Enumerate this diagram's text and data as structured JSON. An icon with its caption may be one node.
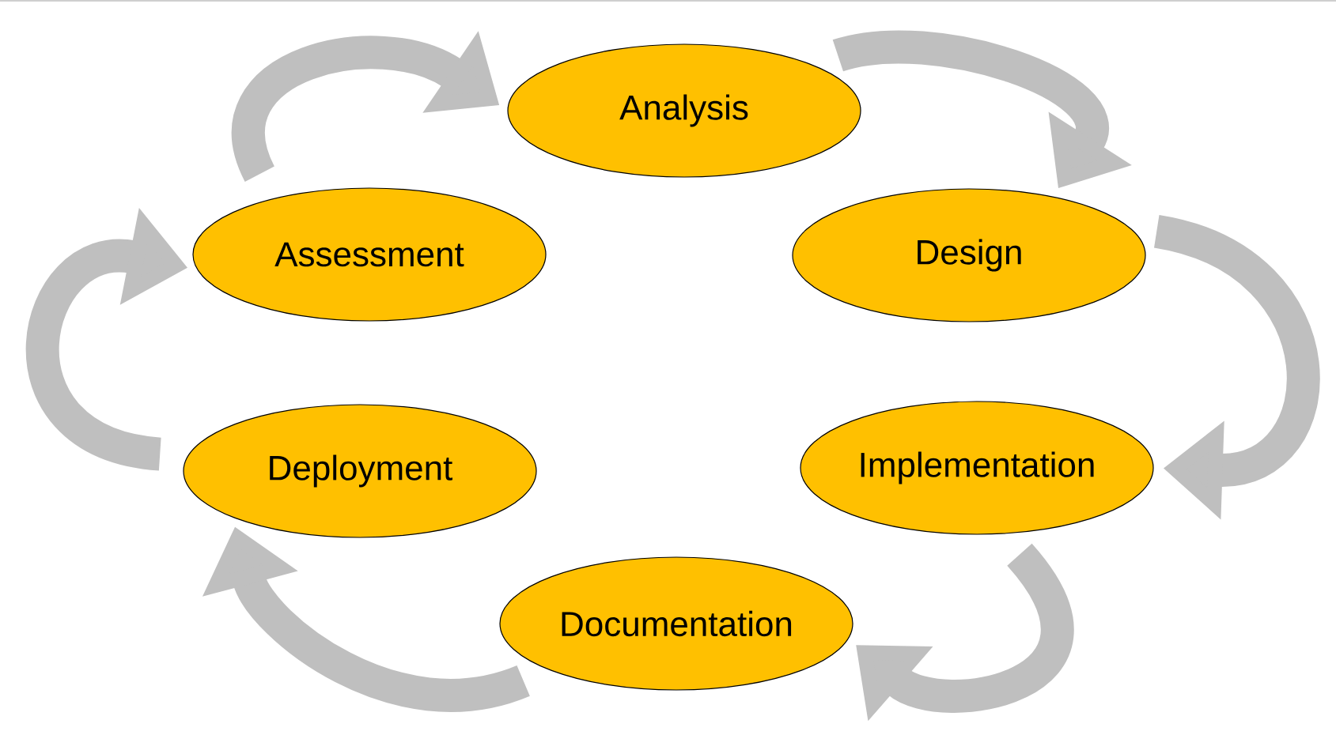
{
  "diagram": {
    "nodes": [
      {
        "text": [
          "Analysis"
        ]
      },
      {
        "text": [
          "Design"
        ]
      },
      {
        "text": [
          "Implementation"
        ]
      },
      {
        "text": [
          "Documentation"
        ]
      },
      {
        "text": [
          "Deployment"
        ]
      },
      {
        "text": [
          "Assessment"
        ]
      }
    ],
    "edges": [
      {
        "from": 5,
        "to": 0,
        "arrow": "to"
      },
      {
        "from": 0,
        "to": 1,
        "arrow": "to"
      },
      {
        "from": 1,
        "to": 2,
        "arrow": "to"
      },
      {
        "from": 2,
        "to": 3,
        "arrow": "to"
      },
      {
        "from": 3,
        "to": 4,
        "arrow": "to"
      },
      {
        "from": 4,
        "to": 5,
        "arrow": "to"
      }
    ]
  }
}
